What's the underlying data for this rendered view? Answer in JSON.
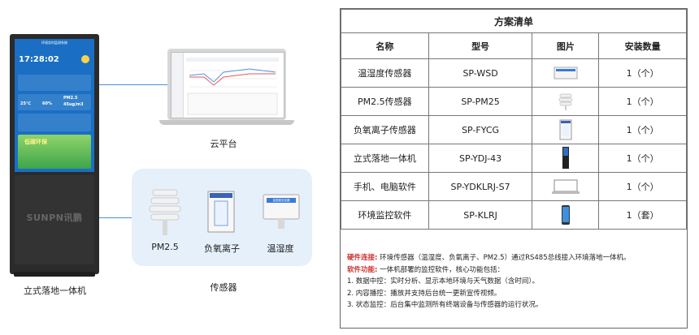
{
  "left": {
    "kiosk": {
      "screen_title": "环境实时监测系统",
      "time": "17:28:02",
      "temp": "25℃",
      "humidity": "60%",
      "pm25": "PM2.5",
      "pm_value": "45ug/m3",
      "banner": "低碳环保",
      "watermark": "SUNPN讯鹏",
      "caption": "立式落地一体机"
    },
    "cloud_caption": "云平台",
    "sensors": {
      "labels": [
        "PM2.5",
        "负氧离子",
        "温湿度"
      ],
      "caption": "传感器",
      "humidity_device_text": "温湿度变送器"
    }
  },
  "table": {
    "title": "方案清单",
    "headers": [
      "名称",
      "型号",
      "图片",
      "安装数量"
    ],
    "rows": [
      {
        "name": "温湿度传感器",
        "model": "SP-WSD",
        "qty": "1（个）"
      },
      {
        "name": "PM2.5传感器",
        "model": "SP-PM25",
        "qty": "1（个）"
      },
      {
        "name": "负氧离子传感器",
        "model": "SP-FYCG",
        "qty": "1（个）"
      },
      {
        "name": "立式落地一体机",
        "model": "SP-YDJ-43",
        "qty": "1（个）"
      },
      {
        "name": "手机、电脑软件",
        "model": "SP-YDKLRJ-S7",
        "qty": "1（个）"
      },
      {
        "name": "环境监控软件",
        "model": "SP-KLRJ",
        "qty": "1（套）"
      }
    ]
  },
  "notes": {
    "hardware_label": "硬件连接:",
    "hardware_text": "环境传感器（温湿度、负氧离子、PM2.5）通过RS485总线接入环境落地一体机。",
    "software_label": "软件功能:",
    "software_text": "一体机部署的监控软件，核心功能包括：",
    "items": [
      "1. 数据中控：实时分析、显示本地环境与天气数据（含时间）。",
      "2. 内容播控：播放并支持后台统一更新宣传视频。",
      "3. 状态监控：后台集中监测所有终端设备与传感器的运行状况。"
    ]
  },
  "colors": {
    "accent": "#4a90d9",
    "red": "#d0312d",
    "panel": "#e6f0fb"
  }
}
